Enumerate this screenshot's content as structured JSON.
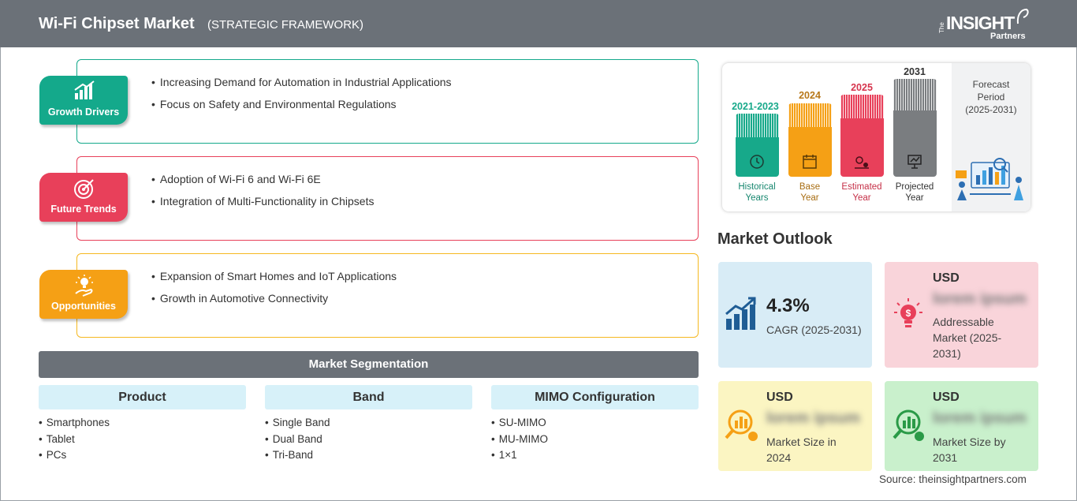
{
  "header": {
    "title": "Wi-Fi Chipset Market",
    "subtitle": "(STRATEGIC FRAMEWORK)",
    "logo": {
      "the": "The",
      "insight": "INSIGHT",
      "partners": "Partners"
    }
  },
  "drivers": [
    {
      "badge": "Growth Drivers",
      "color": "#14a98b",
      "icon": "growth-chart-icon",
      "items": [
        "Increasing Demand for Automation in Industrial Applications",
        "Focus on Safety and Environmental Regulations"
      ]
    },
    {
      "badge": "Future Trends",
      "color": "#e8405a",
      "icon": "target-icon",
      "items": [
        "Adoption of Wi-Fi 6 and Wi-Fi 6E",
        "Integration of Multi-Functionality in Chipsets"
      ]
    },
    {
      "badge": "Opportunities",
      "color": "#f5a015",
      "icon": "lightbulb-hand-icon",
      "items": [
        "Expansion of Smart Homes and IoT Applications",
        "Growth in Automotive Connectivity"
      ]
    }
  ],
  "segmentation": {
    "title": "Market Segmentation",
    "columns": [
      {
        "head": "Product",
        "items": [
          "Smartphones",
          "Tablet",
          "PCs"
        ]
      },
      {
        "head": "Band",
        "items": [
          "Single Band",
          "Dual Band",
          "Tri-Band"
        ]
      },
      {
        "head": "MIMO Configuration",
        "items": [
          "SU-MIMO",
          "MU-MIMO",
          "1×1"
        ]
      }
    ]
  },
  "timeline": {
    "bars": [
      {
        "year": "2021-2023",
        "label_1": "Historical",
        "label_2": "Years",
        "color": "#17a98a",
        "year_color": "#17a98a"
      },
      {
        "year": "2024",
        "label_1": "Base",
        "label_2": "Year",
        "color": "#f5a015",
        "year_color": "#b8781a"
      },
      {
        "year": "2025",
        "label_1": "Estimated",
        "label_2": "Year",
        "color": "#e8405a",
        "year_color": "#d6344d"
      },
      {
        "year": "2031",
        "label_1": "Projected",
        "label_2": "Year",
        "color": "#7a7d80",
        "year_color": "#333333"
      }
    ],
    "forecast_1": "Forecast",
    "forecast_2": "Period",
    "forecast_3": "(2025-2031)"
  },
  "outlook": {
    "title": "Market Outlook",
    "cagr": {
      "value": "4.3%",
      "label": "CAGR (2025-2031)"
    },
    "addressable": {
      "currency": "USD",
      "value": "lorem ipsum",
      "desc_1": "Addressable",
      "desc_2": "Market (2025-",
      "desc_3": "2031)"
    },
    "size_2024": {
      "currency": "USD",
      "value": "lorem ipsum",
      "desc_1": "Market Size in",
      "desc_2": "2024"
    },
    "size_2031": {
      "currency": "USD",
      "value": "lorem ipsum",
      "desc_1": "Market Size by",
      "desc_2": "2031"
    }
  },
  "source": "Source: theinsightpartners.com",
  "colors": {
    "header": "#6b7178",
    "teal": "#14a98b",
    "red": "#e8405a",
    "orange": "#f5a015",
    "tile_blue": "#d8ecf6",
    "tile_pink": "#f9d4da",
    "tile_yellow": "#fbf5c2",
    "tile_green": "#c9f0cc"
  }
}
